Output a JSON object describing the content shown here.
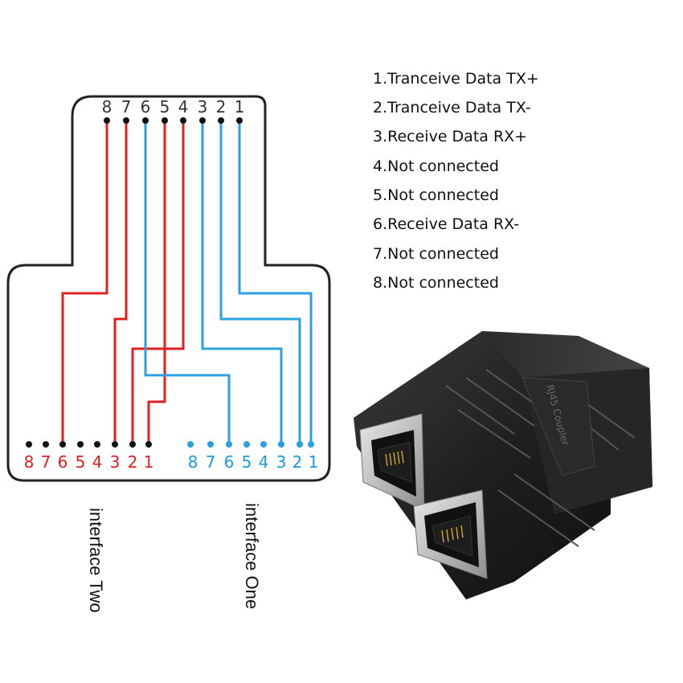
{
  "top_pins": [
    "8",
    "7",
    "6",
    "5",
    "4",
    "3",
    "2",
    "1"
  ],
  "interface_two": {
    "label": "interface Two",
    "pins": [
      "8",
      "7",
      "6",
      "5",
      "4",
      "3",
      "2",
      "1"
    ]
  },
  "interface_one": {
    "label": "interface One",
    "pins": [
      "8",
      "7",
      "6",
      "5",
      "4",
      "3",
      "2",
      "1"
    ]
  },
  "legend": [
    "1.Tranceive Data TX+",
    "2.Tranceive Data TX-",
    "3.Receive Data RX+",
    "4.Not connected",
    "5.Not connected",
    "6.Receive Data RX-",
    "7.Not connected",
    "8.Not connected"
  ],
  "product": {
    "embossed_text": "RJ45 Coupler"
  },
  "colors": {
    "red_wire": "#e02020",
    "blue_wire": "#2aa0e0",
    "outline": "#222222",
    "red_label": "#e02020",
    "blue_label": "#1a9ae0"
  }
}
